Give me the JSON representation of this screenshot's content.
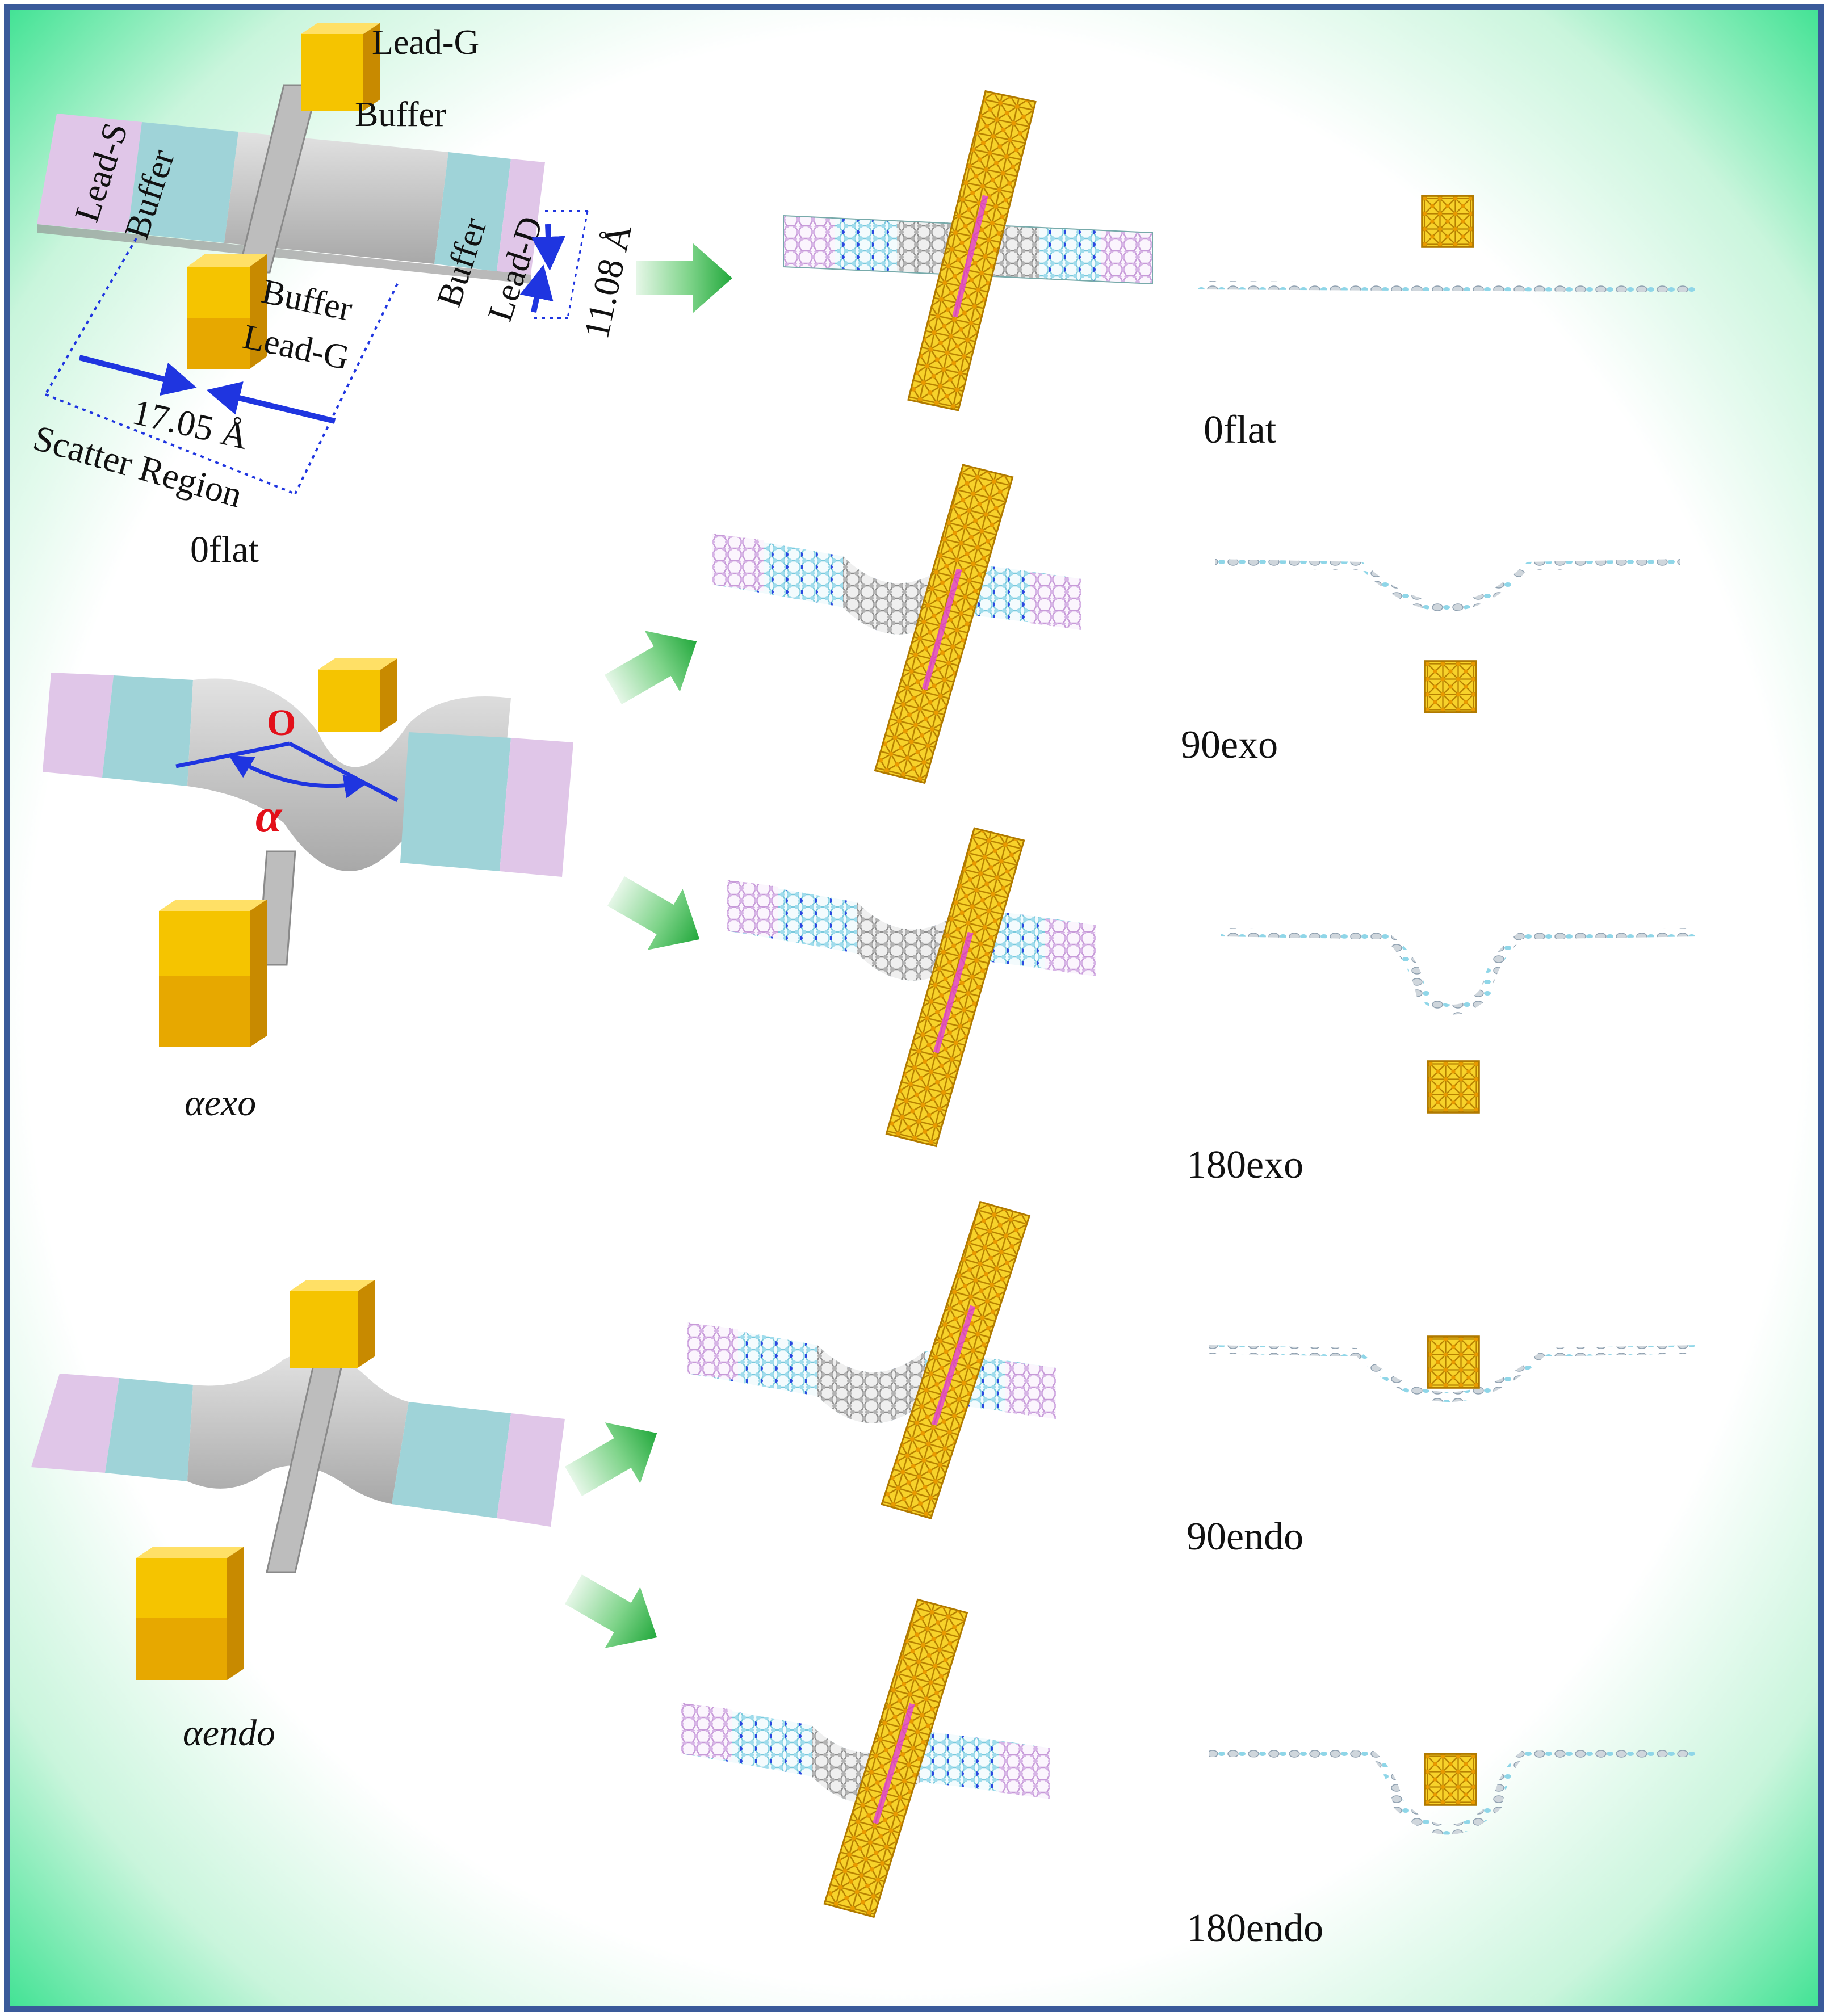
{
  "schematic": {
    "flat": {
      "lead_g_top": "Lead-G",
      "buffer_top": "Buffer",
      "lead_s": "Lead-S",
      "buffer_left": "Buffer",
      "buffer_right": "Buffer",
      "lead_d": "Lead-D",
      "buffer_bottom": "Buffer",
      "lead_g_bottom": "Lead-G",
      "width_value": "11.08 Å",
      "length_value": "17.05 Å",
      "scatter_region": "Scatter Region",
      "caption": "0flat"
    },
    "exo": {
      "origin_label": "O",
      "angle_symbol": "α",
      "caption": "αexo"
    },
    "endo": {
      "caption": "αendo"
    }
  },
  "structures": [
    {
      "label": "0flat"
    },
    {
      "label": "90exo"
    },
    {
      "label": "180exo"
    },
    {
      "label": "90endo"
    },
    {
      "label": "180endo"
    }
  ],
  "colors": {
    "frame": "#3a5a9a",
    "gold": "#f2c200",
    "gold_dark": "#c88a00",
    "ribbon_grey": "#c8c8c8",
    "buffer_teal": "#9fd3d8",
    "lead_lilac": "#e0c6e8",
    "dimension_blue": "#1f35e0",
    "angle_red": "#e3101a",
    "arrow_green": "#3cb850",
    "atom_nitrogen": "#2040e0",
    "atom_magenta": "#e040e0"
  }
}
